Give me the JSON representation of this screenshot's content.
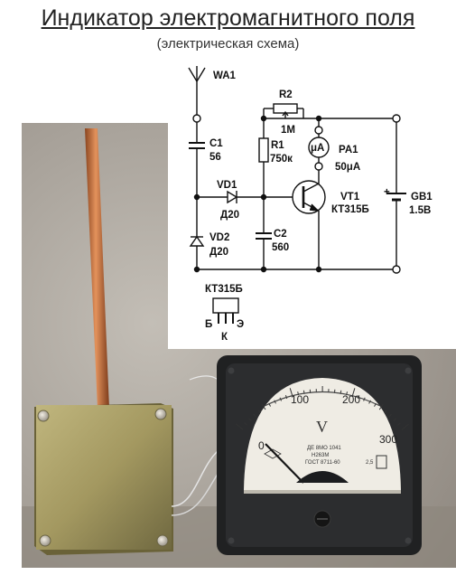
{
  "header": {
    "title": "Индикатор электромагнитного поля",
    "subtitle": "(электрическая схема)"
  },
  "schematic": {
    "antenna": "WA1",
    "c1_ref": "C1",
    "c1_val": "56",
    "vd1_ref": "VD1",
    "vd1_val": "Д20",
    "vd2_ref": "VD2",
    "vd2_val": "Д20",
    "r2_ref": "R2",
    "r2_val": "1M",
    "r1_ref": "R1",
    "r1_val": "750к",
    "c2_ref": "C2",
    "c2_val": "560",
    "meter_symbol": "μA",
    "pa1_ref": "PA1",
    "pa1_val": "50μA",
    "vt1_ref": "VT1",
    "vt1_val": "КТ315Б",
    "gb1_ref": "GB1",
    "gb1_val": "1.5В",
    "battery_plus": "+"
  },
  "pinout": {
    "part": "КТ315Б",
    "pin_b": "Б",
    "pin_k": "К",
    "pin_e": "Э"
  },
  "meter": {
    "scale": [
      "0",
      "100",
      "200",
      "300"
    ],
    "letter": "V",
    "small_text": [
      "ДЕ 8МО 1041",
      "Н263М",
      "ГОСТ 8711-60"
    ],
    "class_mark": "2,5"
  },
  "colors": {
    "photo_bg": "#a59e95",
    "copper": "#c9713c",
    "box_metal": "#a49a63",
    "meter_body": "#202122",
    "dial_face": "#efece4",
    "needle": "#161616"
  }
}
